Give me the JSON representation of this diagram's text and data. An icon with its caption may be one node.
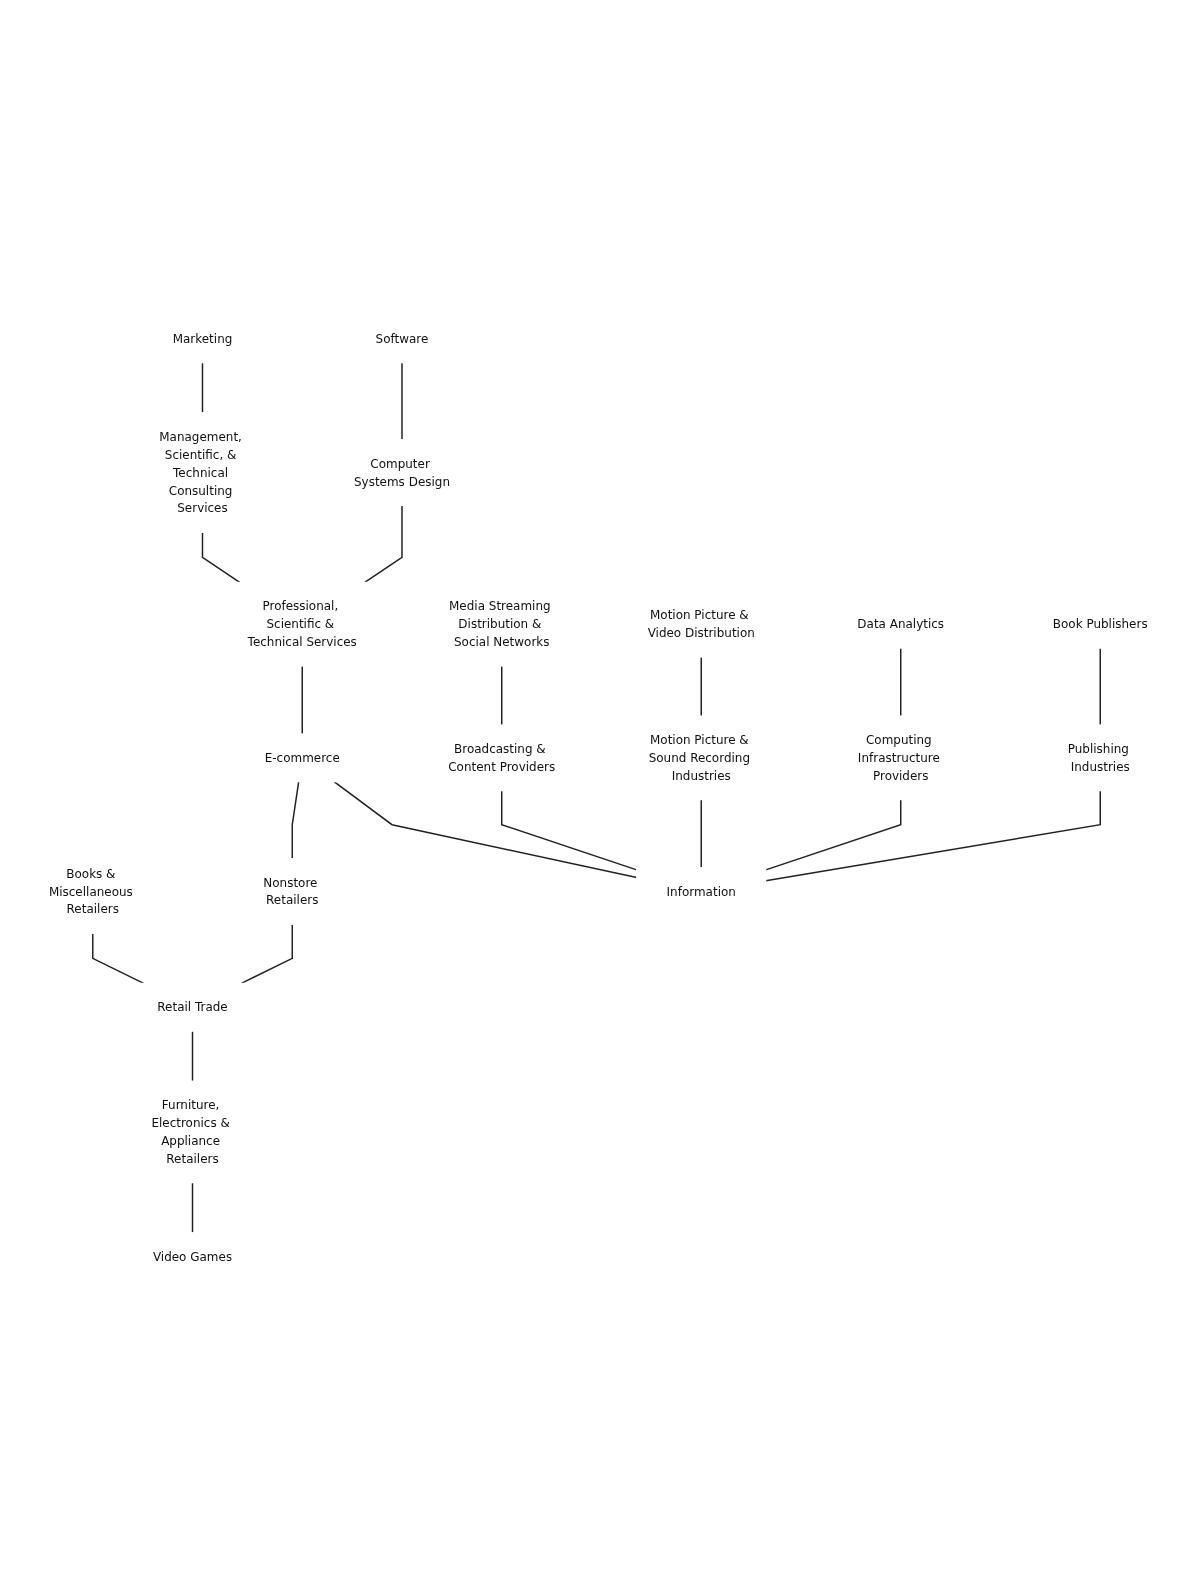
{
  "diagram": {
    "nodes": [
      {
        "text": [
          "Video Games"
        ]
      },
      {
        "text": [
          "Furniture, Electronics & Appliance Retailers"
        ]
      },
      {
        "text": [
          "Retail Trade"
        ]
      },
      {
        "text": [
          "Nonstore Retailers"
        ]
      },
      {
        "text": [
          "Books & Miscellaneous Retailers"
        ]
      },
      {
        "text": [
          "Management, Scientific, & Technical Consulting Services"
        ]
      },
      {
        "text": [
          "Marketing"
        ]
      },
      {
        "text": [
          "Professional, Scientific & Technical Services"
        ]
      },
      {
        "text": [
          "Computer Systems Design"
        ]
      },
      {
        "text": [
          "Software"
        ]
      },
      {
        "text": [
          "Information"
        ]
      },
      {
        "text": [
          "E-commerce"
        ]
      },
      {
        "text": [
          "Broadcasting & Content Providers"
        ]
      },
      {
        "text": [
          "Motion Picture & Sound Recording Industries"
        ]
      },
      {
        "text": [
          "Computing Infrastructure Providers"
        ]
      },
      {
        "text": [
          "Publishing Industries"
        ]
      },
      {
        "text": [
          "Book Publishers"
        ]
      },
      {
        "text": [
          "Media Streaming Distribution & Social Networks"
        ]
      },
      {
        "text": [
          "Data Analytics"
        ]
      },
      {
        "text": [
          "Motion Picture & Video Distribution"
        ]
      }
    ],
    "edges": [
      {
        "from": 0,
        "to": 1,
        "arrow": "none"
      },
      {
        "from": 1,
        "to": 2,
        "arrow": "none"
      },
      {
        "from": 2,
        "to": 4,
        "arrow": "none"
      },
      {
        "from": 2,
        "to": 3,
        "arrow": "none"
      },
      {
        "from": 3,
        "to": 11,
        "arrow": "none"
      },
      {
        "from": 11,
        "to": 7,
        "arrow": "none"
      },
      {
        "from": 7,
        "to": 5,
        "arrow": "none"
      },
      {
        "from": 5,
        "to": 6,
        "arrow": "none"
      },
      {
        "from": 7,
        "to": 8,
        "arrow": "none"
      },
      {
        "from": 8,
        "to": 9,
        "arrow": "none"
      },
      {
        "from": 10,
        "to": 11,
        "arrow": "none"
      },
      {
        "from": 10,
        "to": 12,
        "arrow": "none"
      },
      {
        "from": 10,
        "to": 13,
        "arrow": "none"
      },
      {
        "from": 10,
        "to": 14,
        "arrow": "none"
      },
      {
        "from": 10,
        "to": 15,
        "arrow": "none"
      },
      {
        "from": 15,
        "to": 16,
        "arrow": "none"
      },
      {
        "from": 12,
        "to": 17,
        "arrow": "none"
      },
      {
        "from": 13,
        "to": 19,
        "arrow": "none"
      },
      {
        "from": 14,
        "to": 18,
        "arrow": "none"
      }
    ]
  }
}
